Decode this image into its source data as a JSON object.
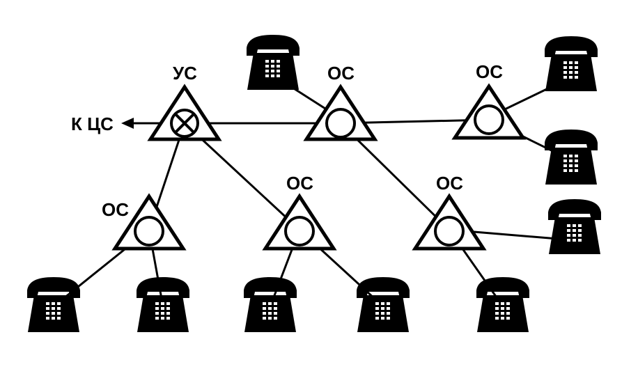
{
  "labels": {
    "hub": "УС",
    "node": "ОС",
    "external": "К ЦС"
  },
  "colors": {
    "ink": "#000000",
    "paper": "#ffffff"
  },
  "icons": {
    "hub": "circle-cross-in-triangle-icon",
    "node": "circle-in-triangle-icon",
    "terminal": "telephone-icon"
  }
}
